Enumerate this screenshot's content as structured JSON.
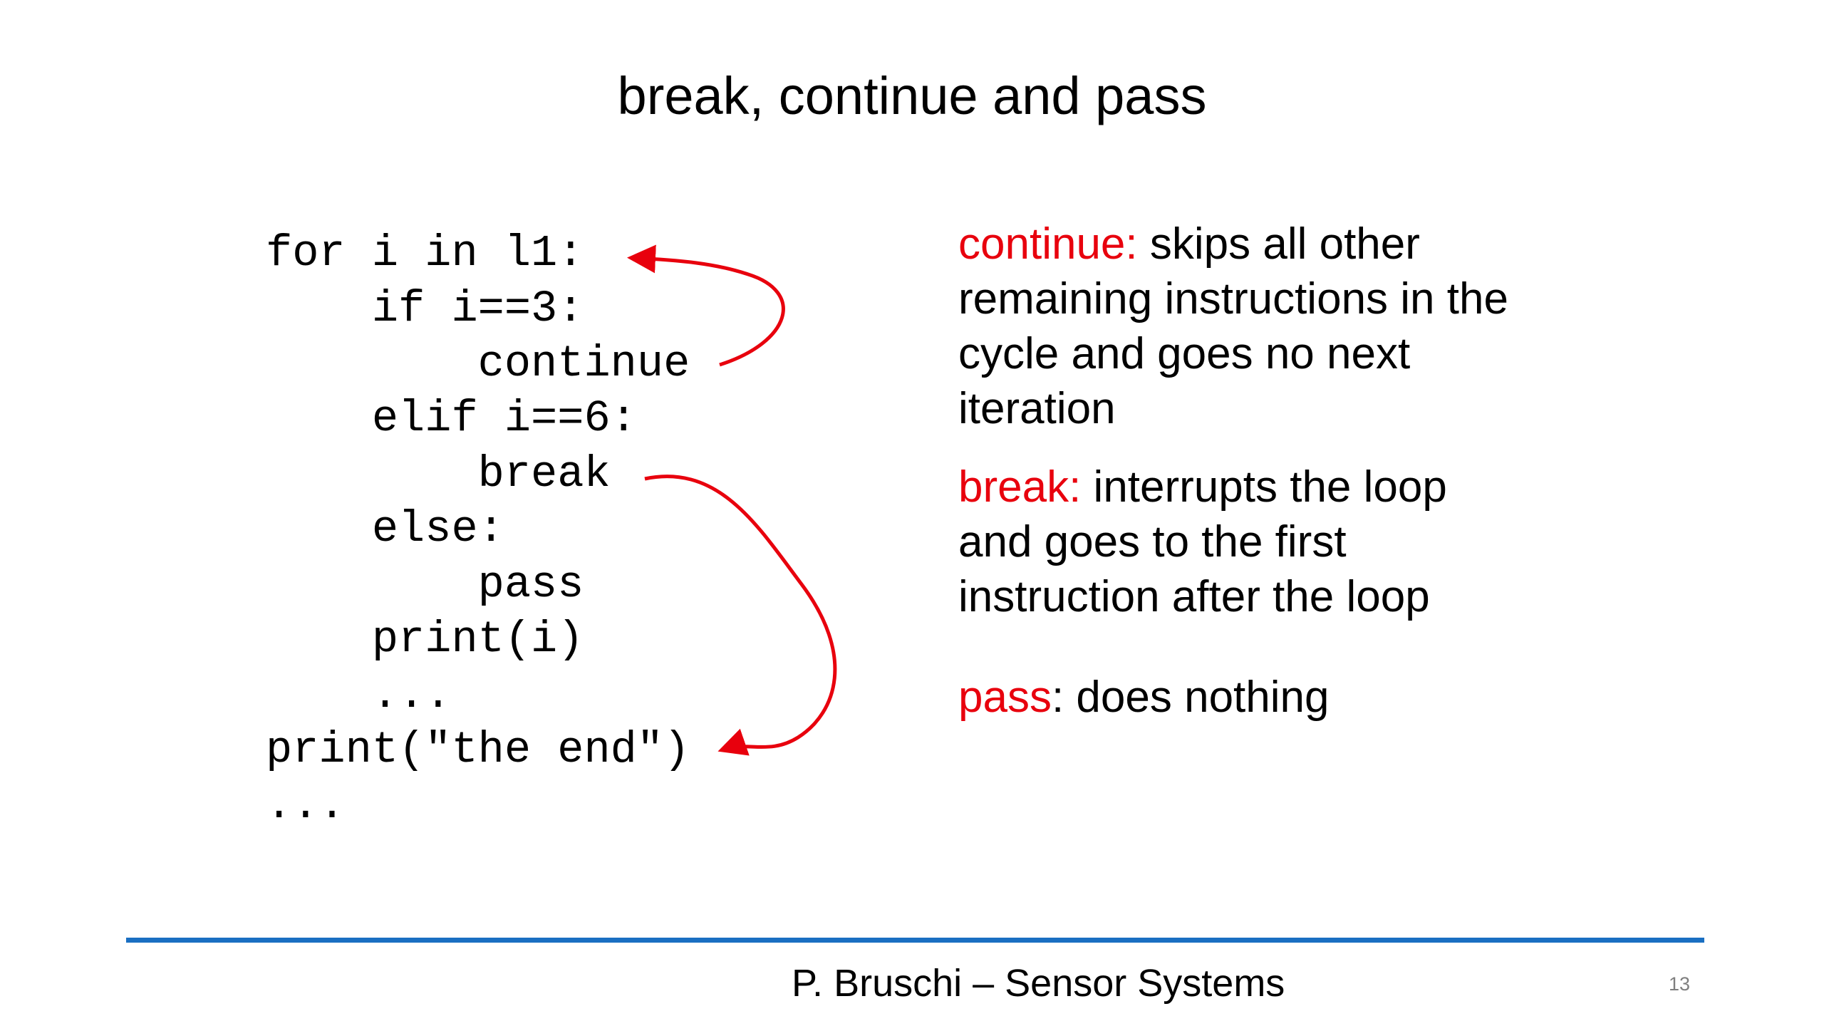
{
  "slide": {
    "title": "break, continue and pass",
    "code_lines": [
      "for i in l1:",
      "    if i==3:",
      "        continue",
      "    elif i==6:",
      "        break",
      "    else:",
      "        pass",
      "    print(i)",
      "    ...",
      "print(\"the end\")",
      "..."
    ],
    "descriptions": {
      "continue": {
        "keyword": "continue:",
        "text": " skips all other remaining instructions in the cycle and goes no next iteration"
      },
      "break": {
        "keyword": "break:",
        "text": " interrupts the loop and goes to the first instruction after the loop"
      },
      "pass": {
        "keyword": "pass",
        "text": ": does nothing"
      }
    },
    "footer": "P. Bruschi – Sensor Systems",
    "page_number": "13"
  },
  "colors": {
    "keyword": "#e8000d",
    "arrow": "#e8000d",
    "footer_rule": "#1a6fc2"
  }
}
